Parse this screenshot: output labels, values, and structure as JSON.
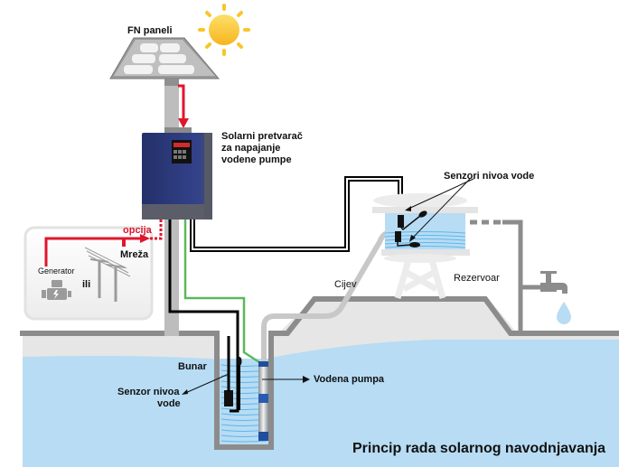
{
  "title": "Princip rada solarnog navodnjavanja",
  "labels": {
    "panels": "FN paneli",
    "inverter_line1": "Solarni pretvarač",
    "inverter_line2": "za napajanje",
    "inverter_line3": "vodene pumpe",
    "option": "opcija",
    "grid": "Mreža",
    "generator": "Generator",
    "or": "ili",
    "tank_sensors": "Senzori nivoa vode",
    "tank": "Rezervoar",
    "pipe": "Cijev",
    "well": "Bunar",
    "well_sensor_line1": "Senzor nivoa",
    "well_sensor_line2": "vode",
    "pump": "Vodena pumpa"
  },
  "colors": {
    "power_line": "#e0162b",
    "water": "#b7dcf4",
    "ground": "#e6e6e6",
    "wall": "#8c8c8c",
    "pipe": "#c8c8c8",
    "inverter": "#2b3a78",
    "sensor_cable": "#4caf50",
    "sun": "#f9c62a"
  }
}
